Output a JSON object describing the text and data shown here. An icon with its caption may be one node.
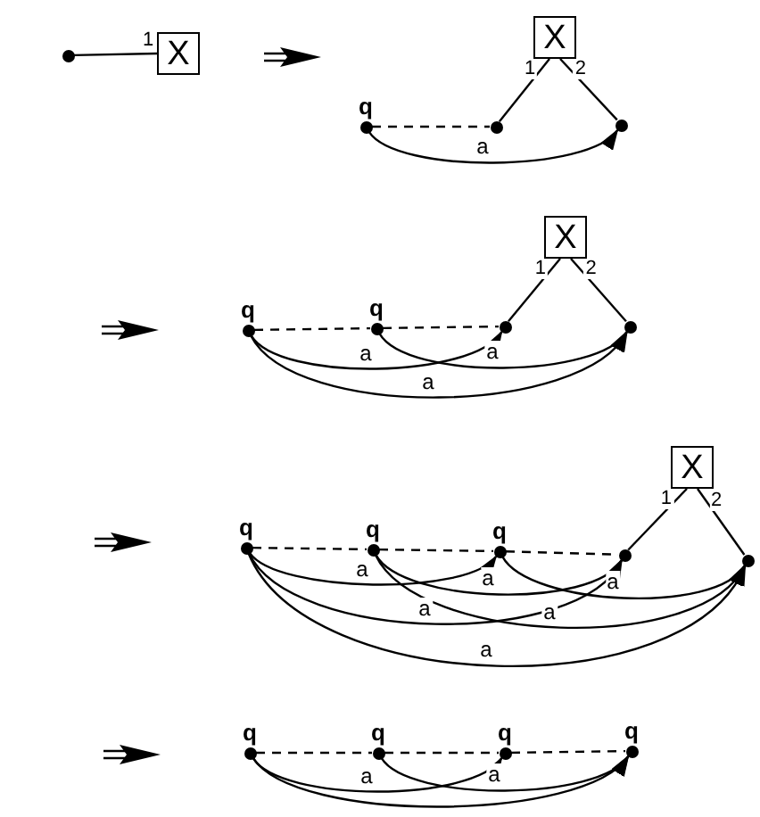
{
  "diagram": {
    "nodes": [
      {
        "text": [],
        "shape": "circle"
      },
      {
        "text": [
          "X"
        ]
      },
      {
        "text": [
          "X"
        ]
      },
      {
        "text": [
          "q"
        ]
      },
      {
        "text": [],
        "shape": "circle"
      },
      {
        "text": [],
        "shape": "circle"
      },
      {
        "text": [
          "X"
        ]
      },
      {
        "text": [
          "q"
        ]
      },
      {
        "text": [
          "q"
        ]
      },
      {
        "text": [],
        "shape": "circle"
      },
      {
        "text": [],
        "shape": "circle"
      },
      {
        "text": [
          "X"
        ]
      },
      {
        "text": [
          "q"
        ]
      },
      {
        "text": [
          "q"
        ]
      },
      {
        "text": [
          "q"
        ]
      },
      {
        "text": [],
        "shape": "circle"
      },
      {
        "text": [],
        "shape": "circle"
      },
      {
        "text": [
          "q"
        ]
      },
      {
        "text": [
          "q"
        ]
      },
      {
        "text": [
          "q"
        ]
      },
      {
        "text": [
          "q"
        ]
      }
    ],
    "edges": [
      {
        "from": 0,
        "to": 1,
        "arrow": "none",
        "label": "1"
      },
      {
        "from": 2,
        "to": 4,
        "arrow": "none",
        "label": "1"
      },
      {
        "from": 2,
        "to": 5,
        "arrow": "none",
        "label": "2"
      },
      {
        "from": 3,
        "to": 4,
        "arrow": "none",
        "style": "dashed"
      },
      {
        "from": 3,
        "to": 5,
        "arrow": "to",
        "label": "a"
      },
      {
        "from": 6,
        "to": 9,
        "arrow": "none",
        "label": "1"
      },
      {
        "from": 6,
        "to": 10,
        "arrow": "none",
        "label": "2"
      },
      {
        "from": 7,
        "to": 8,
        "arrow": "none",
        "style": "dashed"
      },
      {
        "from": 8,
        "to": 9,
        "arrow": "none",
        "style": "dashed"
      },
      {
        "from": 7,
        "to": 9,
        "arrow": "to",
        "label": "a"
      },
      {
        "from": 8,
        "to": 10,
        "arrow": "to",
        "label": "a"
      },
      {
        "from": 7,
        "to": 10,
        "arrow": "to",
        "label": "a"
      },
      {
        "from": 11,
        "to": 15,
        "arrow": "none",
        "label": "1"
      },
      {
        "from": 11,
        "to": 16,
        "arrow": "none",
        "label": "2"
      },
      {
        "from": 12,
        "to": 13,
        "arrow": "none",
        "style": "dashed"
      },
      {
        "from": 13,
        "to": 14,
        "arrow": "none",
        "style": "dashed"
      },
      {
        "from": 14,
        "to": 15,
        "arrow": "none",
        "style": "dashed"
      },
      {
        "from": 12,
        "to": 14,
        "arrow": "to",
        "label": "a"
      },
      {
        "from": 13,
        "to": 15,
        "arrow": "to",
        "label": "a"
      },
      {
        "from": 14,
        "to": 16,
        "arrow": "to",
        "label": "a"
      },
      {
        "from": 12,
        "to": 15,
        "arrow": "to",
        "label": "a"
      },
      {
        "from": 13,
        "to": 16,
        "arrow": "to",
        "label": "a"
      },
      {
        "from": 12,
        "to": 16,
        "arrow": "to",
        "label": "a"
      },
      {
        "from": 17,
        "to": 18,
        "arrow": "none",
        "style": "dashed"
      },
      {
        "from": 18,
        "to": 19,
        "arrow": "none",
        "style": "dashed"
      },
      {
        "from": 19,
        "to": 20,
        "arrow": "none",
        "style": "dashed"
      },
      {
        "from": 17,
        "to": 19,
        "arrow": "to",
        "label": "a"
      },
      {
        "from": 18,
        "to": 20,
        "arrow": "to",
        "label": "a"
      },
      {
        "from": 17,
        "to": 20,
        "arrow": "to"
      }
    ]
  }
}
